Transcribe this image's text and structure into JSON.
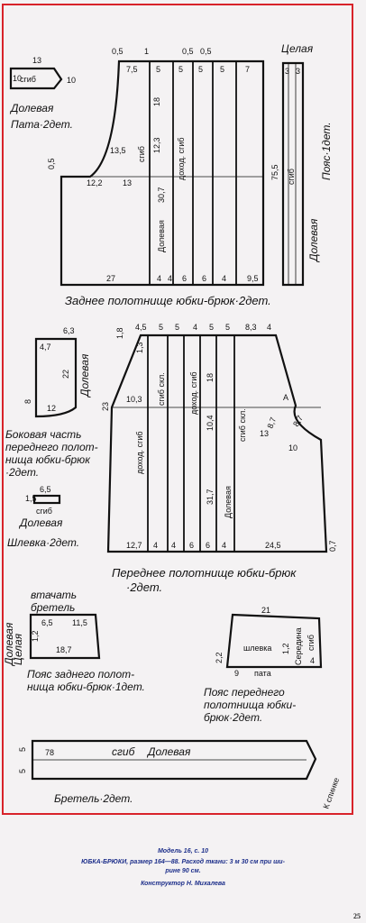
{
  "colors": {
    "frame": "#d8232a",
    "ink": "#111111",
    "caption": "#1d2f8a",
    "paper": "#f4f2f3"
  },
  "pata": {
    "width": "13",
    "fold": "сгиб",
    "h1": "10",
    "h2": "10",
    "grain": "Долевая",
    "title": "Пата·2дет."
  },
  "back": {
    "top": [
      "7,5",
      "5",
      "5",
      "5",
      "5",
      "7"
    ],
    "left_marks": [
      "0,5",
      "1",
      "0,5",
      "0,5"
    ],
    "vert": [
      "18",
      "12,3",
      "сгиб",
      "доход. сгиб",
      "30,7",
      "Долевая"
    ],
    "crotch": [
      "13,5",
      "12,2",
      "13"
    ],
    "side": [
      "0,5",
      "75,5"
    ],
    "bottom": [
      "27",
      "4",
      "4",
      "6",
      "6",
      "4",
      "9,5"
    ],
    "title": "Заднее полотнище юбки-брюк·2дет."
  },
  "belt": {
    "title1": "Целая",
    "top": [
      "3",
      "3"
    ],
    "fold": "сгиб",
    "grain": "Долевая",
    "title2": "Пояс·1дет."
  },
  "side_panel": {
    "top": "6,3",
    "left": "4,7",
    "h": "22",
    "low": "8",
    "w": "12",
    "grain": "Долевая",
    "title": [
      "Боковая часть",
      "переднего полот-",
      "нища юбки-брюк",
      "·2дет."
    ]
  },
  "loop": {
    "w": "6,5",
    "h": "1,5",
    "fold": "сгиб",
    "grain": "Долевая",
    "title": "Шлевка·2дет."
  },
  "front": {
    "top": [
      "4,5",
      "5",
      "5",
      "4",
      "5",
      "5",
      "8,3",
      "4"
    ],
    "left_marks": [
      "1,8",
      "1,3",
      "23"
    ],
    "vert": [
      "10,3",
      "доход. сгиб",
      "сгиб скл.",
      "доход. сгиб",
      "18",
      "10,4",
      "31,7",
      "Долевая",
      "сгиб скл.",
      "13",
      "8,7",
      "8,7",
      "10",
      "А"
    ],
    "bottom": [
      "12,7",
      "4",
      "4",
      "6",
      "6",
      "4",
      "24,5"
    ],
    "right_mark": "0,7",
    "title": [
      "Переднее полотнище юбки-брюк",
      "·2дет."
    ]
  },
  "back_belt": {
    "note": [
      "втачать",
      "бретель"
    ],
    "dims": [
      "6,5",
      "11,5",
      "18,7"
    ],
    "side": [
      "1,2",
      "Целая",
      "Долевая"
    ],
    "title": [
      "Пояс заднего полот-",
      "нища юбки-брюк·1дет."
    ]
  },
  "front_belt": {
    "dims": [
      "21",
      "2,2",
      "1,2",
      "9",
      "4"
    ],
    "loop": "шлевка",
    "pata": "пата",
    "side": [
      "Середина",
      "сгиб"
    ],
    "title": [
      "Пояс переднего",
      "полотнища юбки-",
      "брюк·2дет."
    ]
  },
  "strap": {
    "len": "78",
    "fold": "сгиб",
    "grain": "Долевая",
    "h1": "5",
    "h2": "5",
    "arrow": "К спинке",
    "title": "Бретель·2дет."
  },
  "caption": {
    "line1": "Модель 16, с. 10",
    "line2": "ЮБКА-БРЮКИ, размер 164—88. Расход ткани: 3 м 30 см при ши-",
    "line3": "рине 90 см.",
    "line4": "Конструктор Н. Михалева"
  },
  "page_number": "25"
}
